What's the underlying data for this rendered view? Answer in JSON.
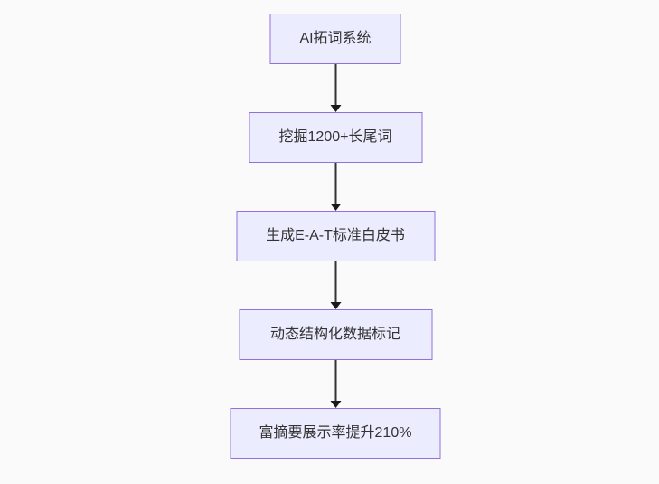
{
  "diagram": {
    "type": "flowchart",
    "direction": "top-to-bottom",
    "colors": {
      "background": "#fafafa",
      "node_fill": "#ececff",
      "node_border": "#9370db",
      "arrow": "#333333",
      "text": "#333333"
    },
    "nodes": [
      {
        "label": "AI拓词系统"
      },
      {
        "label": "挖掘1200+长尾词"
      },
      {
        "label": "生成E-A-T标准白皮书"
      },
      {
        "label": "动态结构化数据标记"
      },
      {
        "label": "富摘要展示率提升210%"
      }
    ],
    "edges": [
      {
        "from": "AI拓词系统",
        "to": "挖掘1200+长尾词"
      },
      {
        "from": "挖掘1200+长尾词",
        "to": "生成E-A-T标准白皮书"
      },
      {
        "from": "生成E-A-T标准白皮书",
        "to": "动态结构化数据标记"
      },
      {
        "from": "动态结构化数据标记",
        "to": "富摘要展示率提升210%"
      }
    ]
  }
}
